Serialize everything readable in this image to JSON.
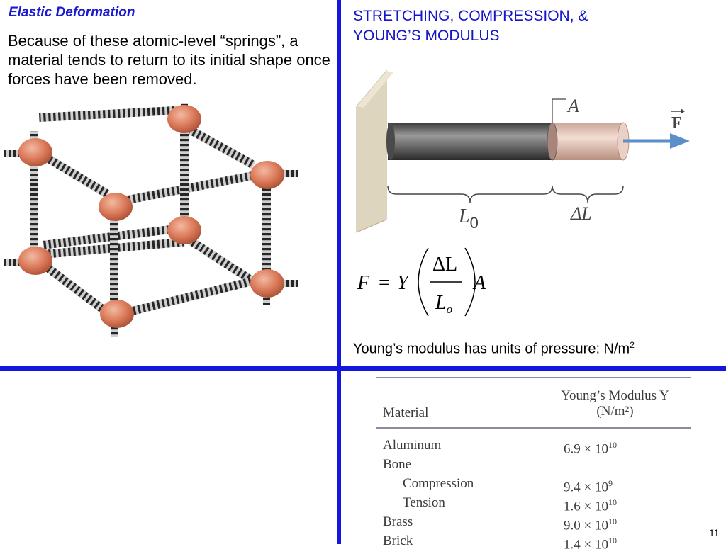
{
  "slide": {
    "left_title": "Elastic Deformation",
    "left_body": "Because of these atomic-level “springs”, a material tends to return to its initial shape once forces have been removed.",
    "right_title": "STRETCHING, COMPRESSION, & YOUNG’S MODULUS",
    "units_text": "Young’s modulus has units of pressure:  N/m",
    "units_sup": "2",
    "page_number": "11"
  },
  "diagram": {
    "area_label": "A",
    "force_label": "F",
    "length_label": "L",
    "length_sub": "0",
    "delta_label": "ΔL"
  },
  "formula": {
    "lhs": "F",
    "eq": "=",
    "coef": "Y",
    "numerator": "ΔL",
    "denominator": "L",
    "denominator_sub": "o",
    "factor": "A"
  },
  "table": {
    "header_material": "Material",
    "header_modulus_line1": "Young’s Modulus Y",
    "header_modulus_line2": "(N/m²)",
    "rows": [
      {
        "name": "Aluminum",
        "mant": "6.9 × 10",
        "exp": "10"
      },
      {
        "name": "Bone",
        "mant": "",
        "exp": ""
      },
      {
        "name": "Compression",
        "mant": "9.4 × 10",
        "exp": "9"
      },
      {
        "name": "Tension",
        "mant": "1.6 × 10",
        "exp": "10"
      },
      {
        "name": "Brass",
        "mant": "9.0 × 10",
        "exp": "10"
      },
      {
        "name": "Brick",
        "mant": "1.4 × 10",
        "exp": "10"
      }
    ]
  }
}
